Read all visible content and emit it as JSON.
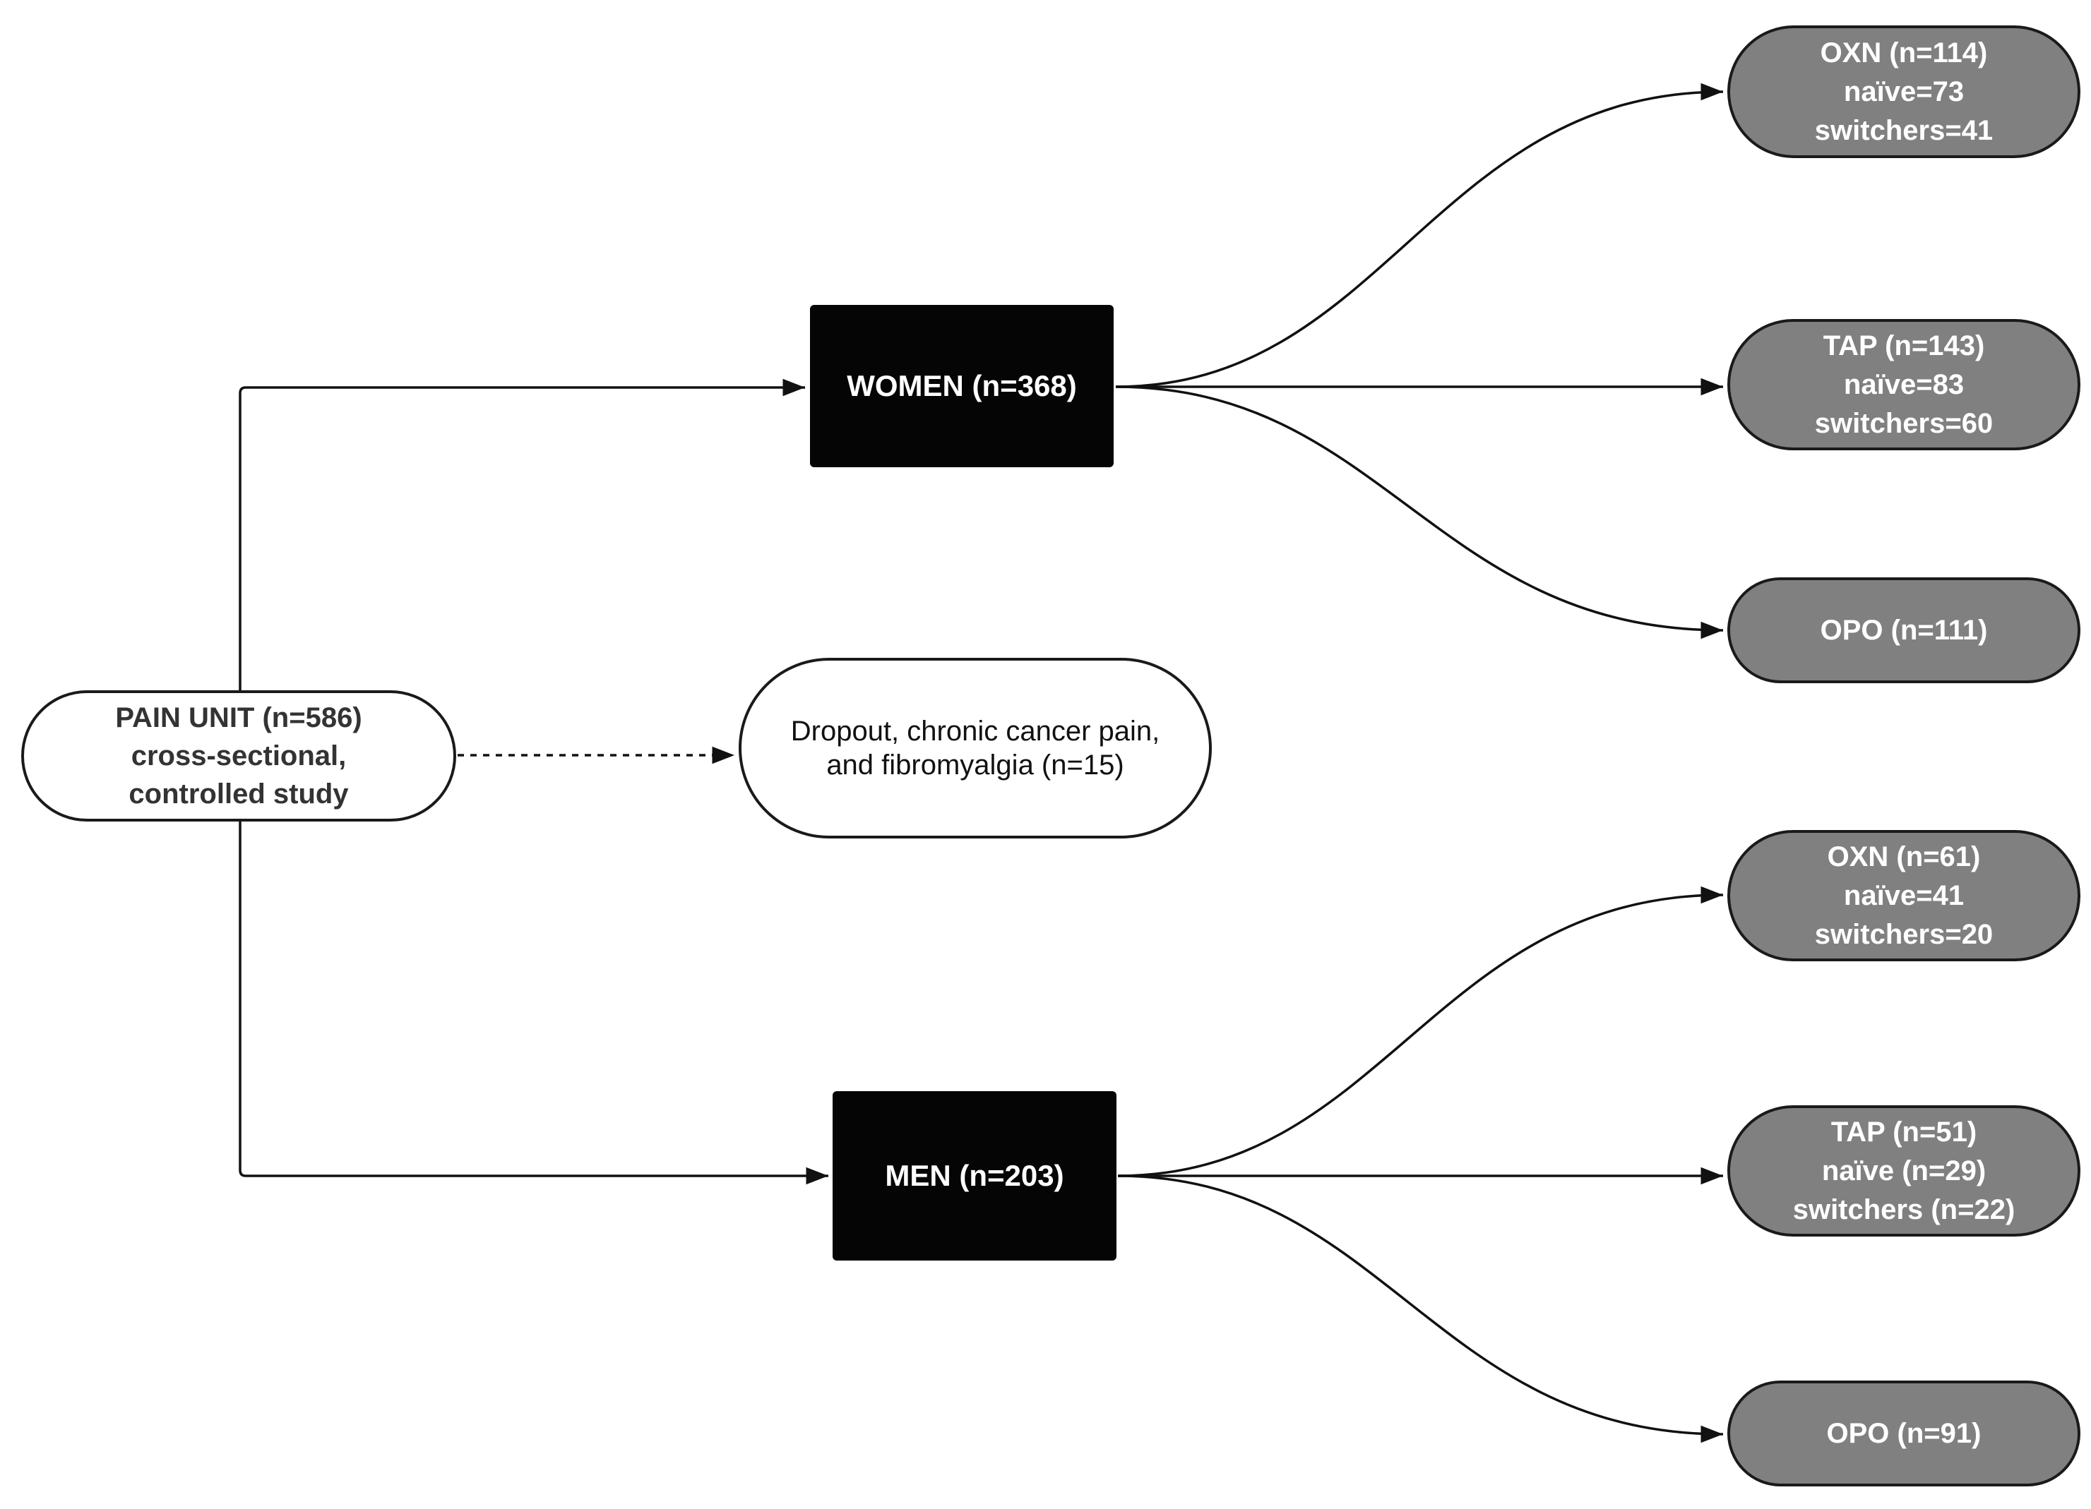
{
  "nodes": {
    "pain_unit": [
      "PAIN UNIT  (n=586)",
      "cross-sectional,",
      "controlled study"
    ],
    "dropout": [
      "Dropout, chronic cancer pain,",
      "and fibromyalgia (n=15)"
    ],
    "women": "WOMEN (n=368)",
    "men": "MEN (n=203)",
    "women_oxn": [
      "OXN (n=114)",
      "naïve=73",
      "switchers=41"
    ],
    "women_tap": [
      "TAP (n=143)",
      "naïve=83",
      "switchers=60"
    ],
    "women_opo": [
      "OPO (n=111)"
    ],
    "men_oxn": [
      "OXN (n=61)",
      "naïve=41",
      "switchers=20"
    ],
    "men_tap": [
      "TAP (n=51)",
      "naïve (n=29)",
      "switchers (n=22)"
    ],
    "men_opo": [
      "OPO (n=91)"
    ]
  },
  "colors": {
    "group_box": "#050505",
    "outcome_pill": "#808080",
    "line": "#111111"
  }
}
